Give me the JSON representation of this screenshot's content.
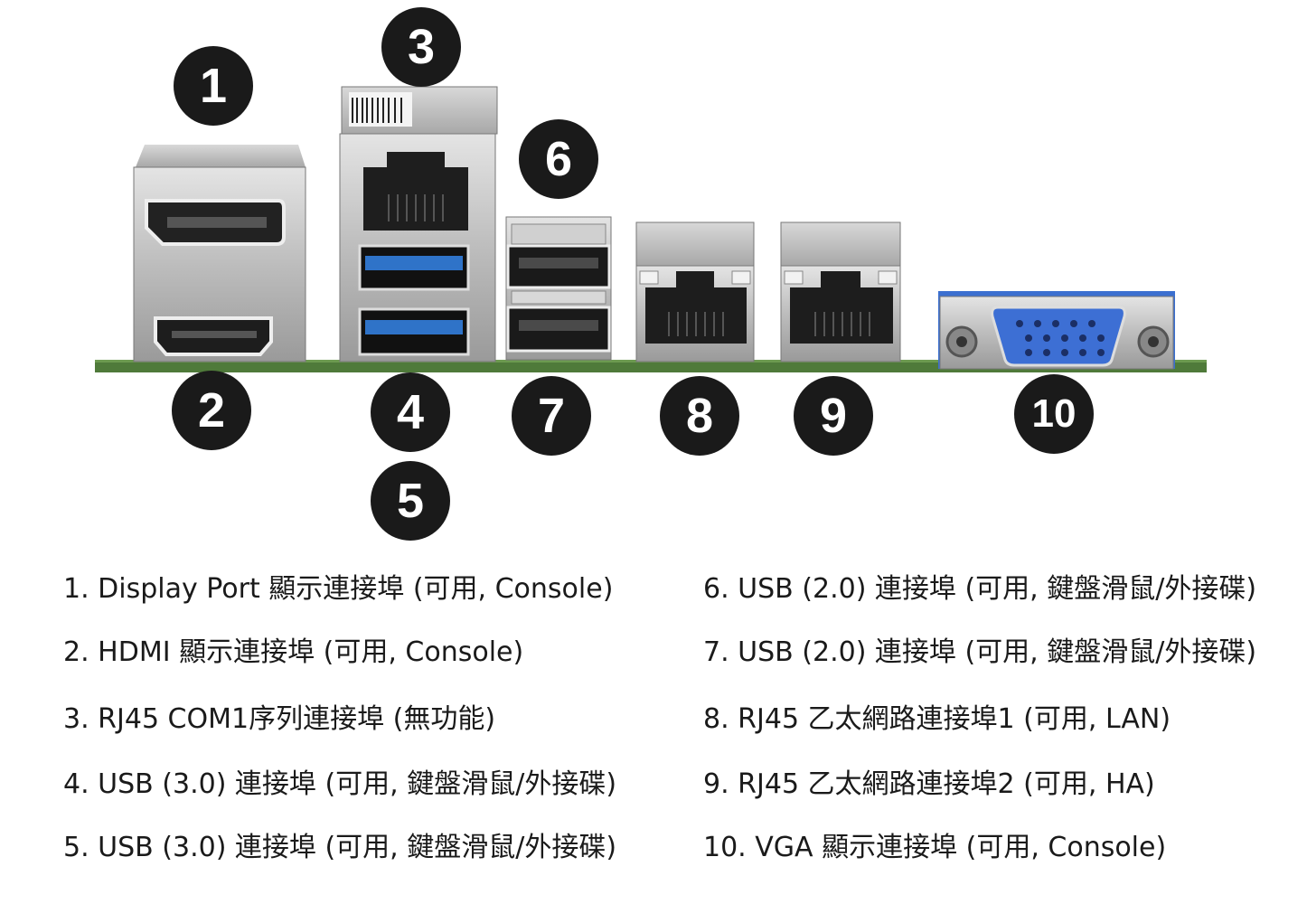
{
  "badges": [
    "1",
    "2",
    "3",
    "4",
    "5",
    "6",
    "7",
    "8",
    "9",
    "10"
  ],
  "legend": [
    "1. Display Port 顯示連接埠 (可用, Console)",
    "2. HDMI 顯示連接埠 (可用, Console)",
    "3. RJ45 COM1序列連接埠 (無功能)",
    "4. USB (3.0) 連接埠 (可用, 鍵盤滑鼠/外接碟)",
    "5. USB (3.0) 連接埠 (可用, 鍵盤滑鼠/外接碟)",
    "6. USB (2.0) 連接埠 (可用, 鍵盤滑鼠/外接碟)",
    "7. USB (2.0) 連接埠 (可用, 鍵盤滑鼠/外接碟)",
    "8. RJ45 乙太網路連接埠1 (可用, LAN)",
    "9. RJ45 乙太網路連接埠2 (可用, HA)",
    "10. VGA 顯示連接埠 (可用, Console)"
  ],
  "colors": {
    "badge": "#1a1a1a",
    "metal": "#c9c9c9",
    "usb3_blue": "#2f73c8",
    "vga_blue": "#3b6fd0",
    "pcb_green": "#4f7a3a"
  }
}
